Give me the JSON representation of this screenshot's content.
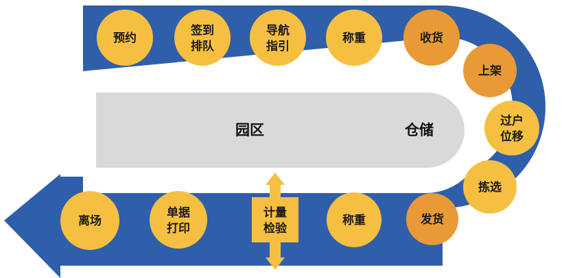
{
  "zones": {
    "park": "园区",
    "warehouse": "仓储"
  },
  "steps": {
    "s1": [
      "预约"
    ],
    "s2": [
      "签到",
      "排队"
    ],
    "s3": [
      "导航",
      "指引"
    ],
    "s4": [
      "称重"
    ],
    "s5": [
      "收货"
    ],
    "s6": [
      "上架"
    ],
    "s7": [
      "过户",
      "位移"
    ],
    "s8": [
      "拣选"
    ],
    "s9": [
      "发货"
    ],
    "s10": [
      "称重"
    ],
    "s11": [
      "计量",
      "检验"
    ],
    "s12": [
      "单据",
      "打印"
    ],
    "s13": [
      "离场"
    ]
  },
  "colors": {
    "track": "#2f5faa",
    "inner": "#d9d9d9",
    "step_yellow": "#f5c042",
    "step_orange": "#e89a36",
    "text": "#1a1a1a"
  }
}
